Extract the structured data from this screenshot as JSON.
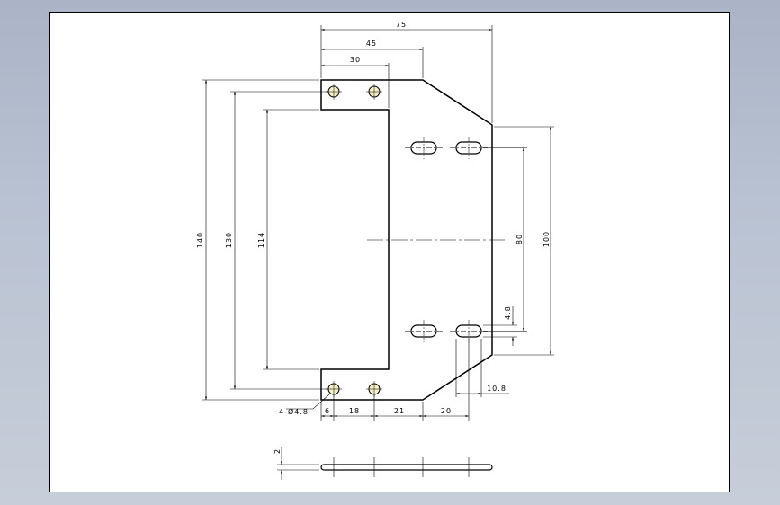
{
  "drawing": {
    "dimensions": {
      "d75": "75",
      "d45": "45",
      "d30": "30",
      "d140": "140",
      "d130": "130",
      "d114": "114",
      "d80": "80",
      "d100": "100",
      "d4_8": "4.8",
      "d10_8": "10.8",
      "d6": "6",
      "d18": "18",
      "d21": "21",
      "d20": "20",
      "d2": "2",
      "holes": "4-Ø4.8"
    }
  }
}
